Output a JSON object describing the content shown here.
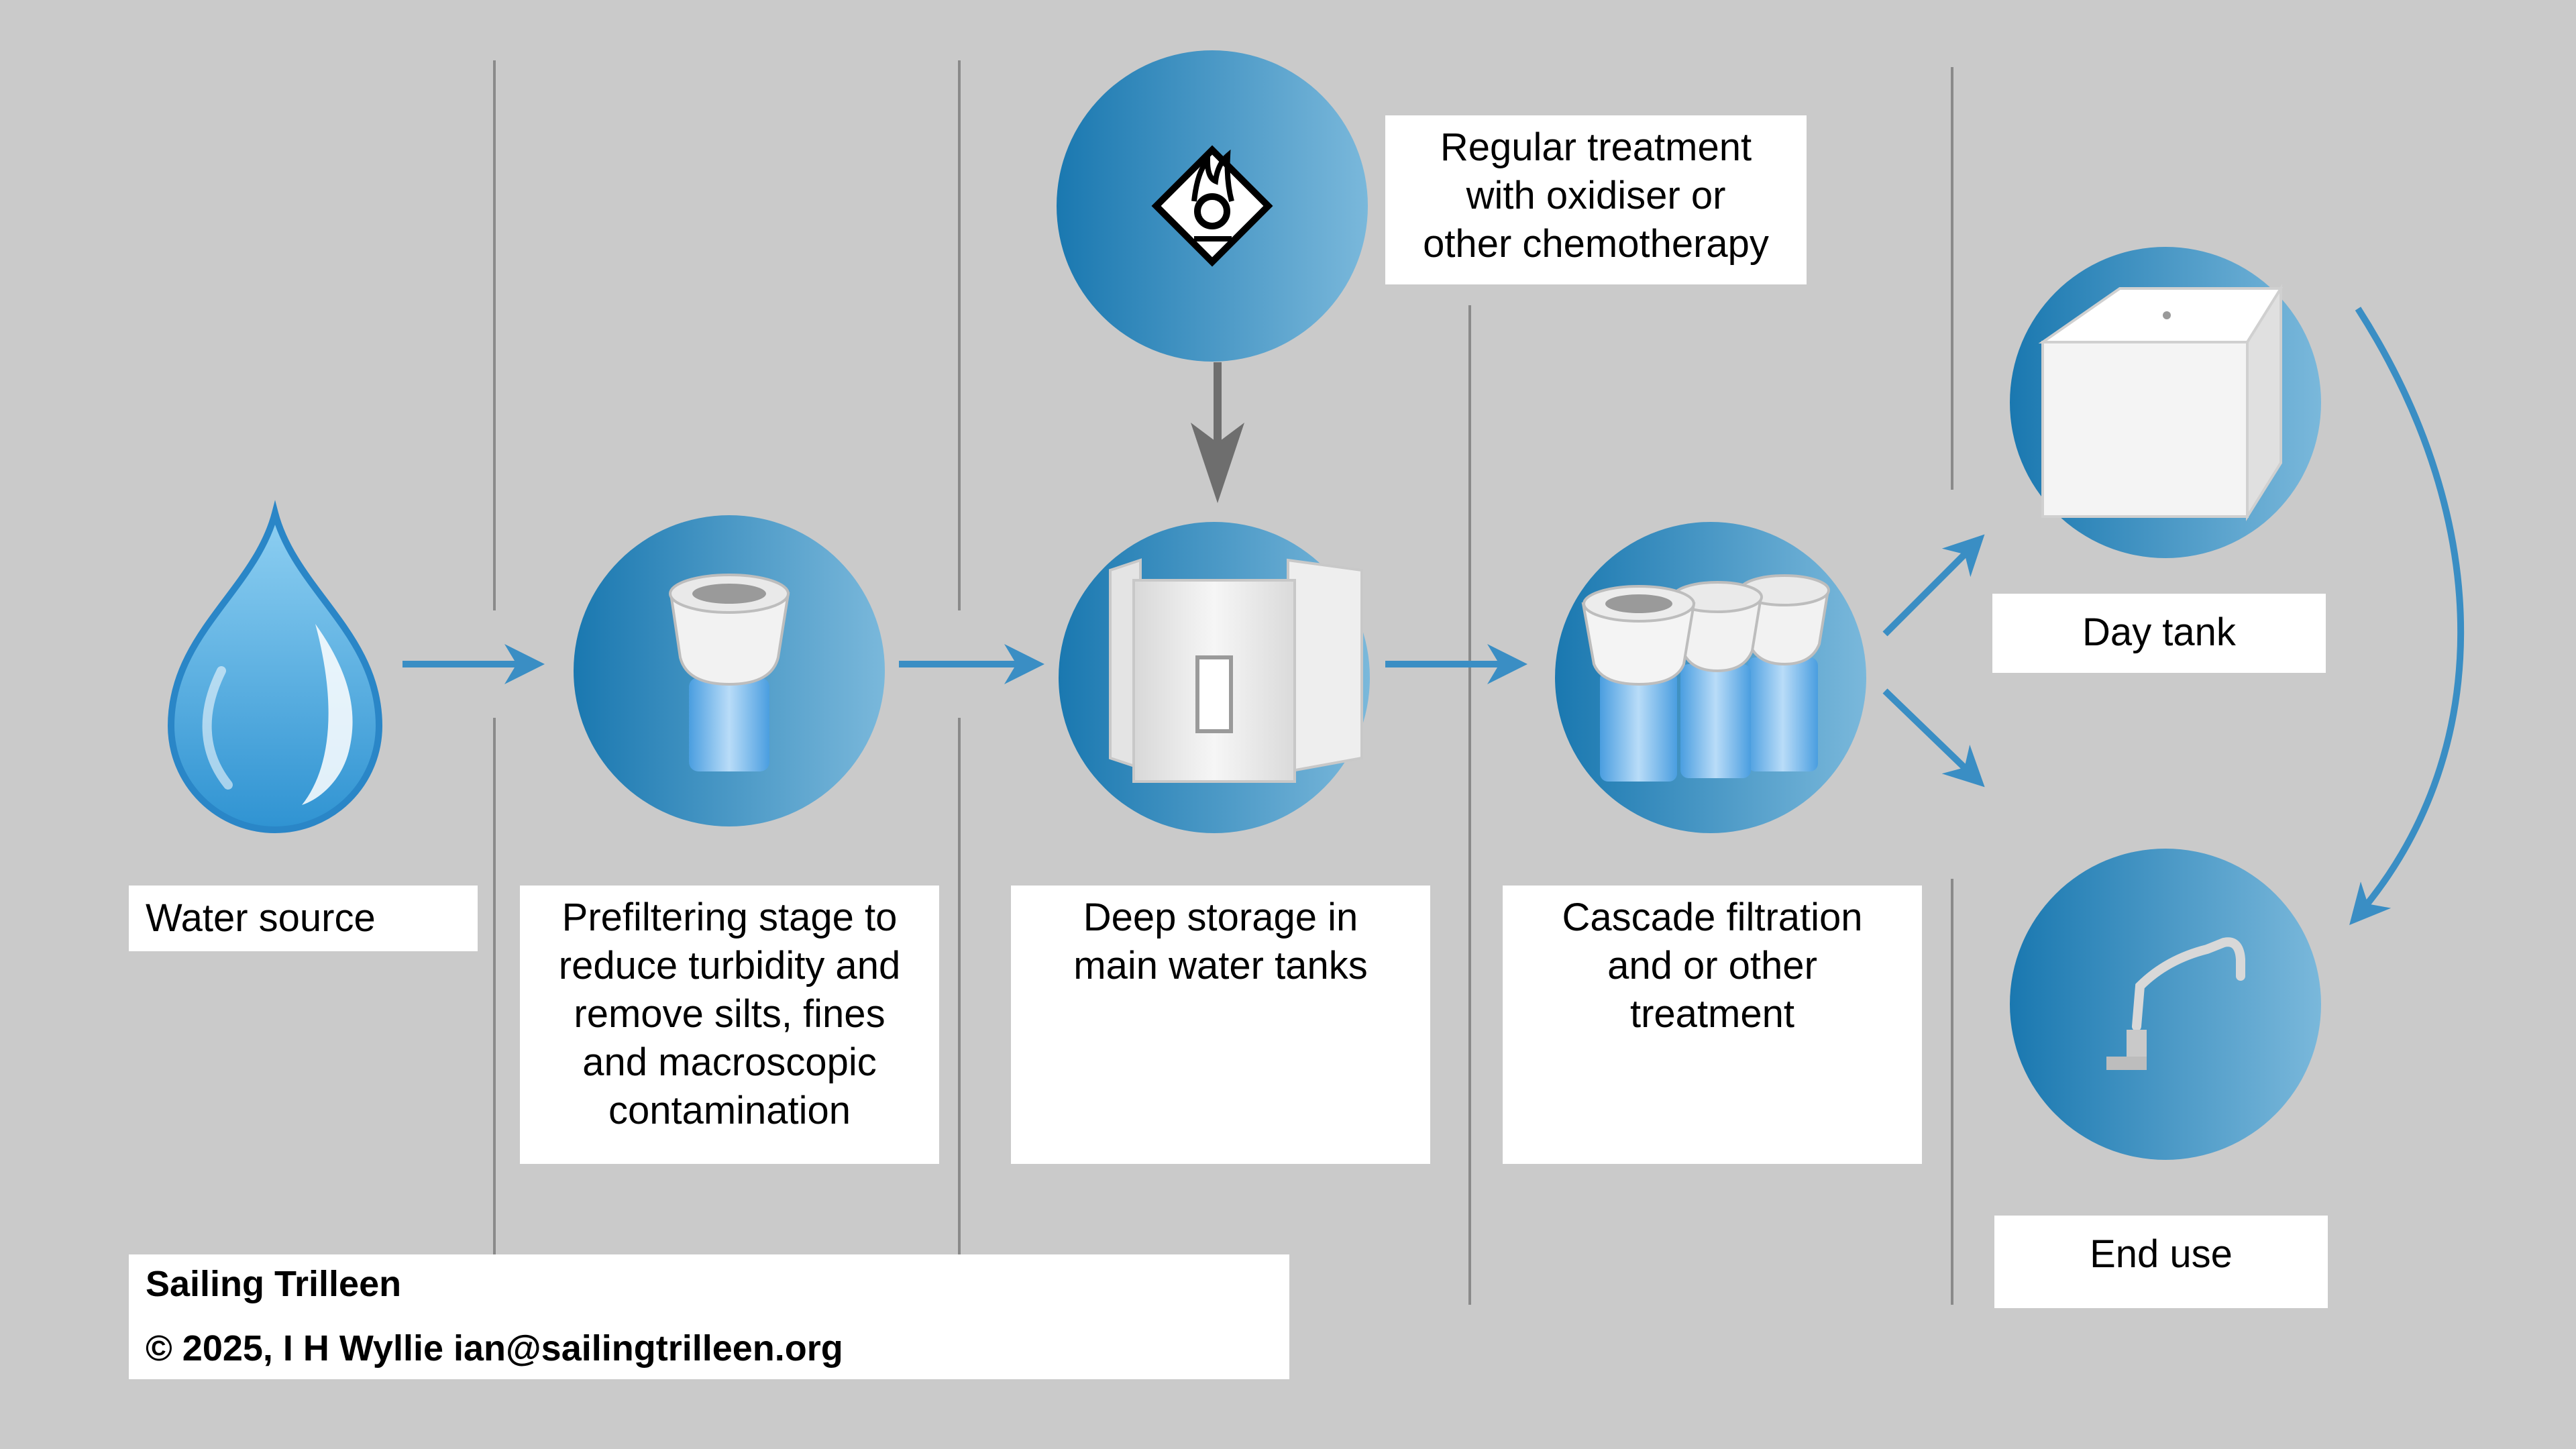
{
  "colors": {
    "background": "#cacaca",
    "accent_dark": "#1a78b0",
    "accent_light": "#7ab8db",
    "arrow": "#3a8ec4",
    "divider": "#8a8a8a",
    "grey_arrow": "#6e6e6e"
  },
  "stages": {
    "water_source": {
      "label": "Water source",
      "icon": "water-drop-icon"
    },
    "prefilter": {
      "lines": [
        "Prefiltering stage to",
        "reduce turbidity and",
        "remove silts, fines",
        "and macroscopic",
        "contamination"
      ],
      "icon": "single-filter-cartridge-icon"
    },
    "storage": {
      "lines": [
        "Deep storage in",
        "main water tanks"
      ],
      "icon": "water-tank-icon"
    },
    "treatment": {
      "lines": [
        "Regular treatment",
        "with oxidiser or",
        "other chemotherapy"
      ],
      "icon": "oxidiser-hazard-icon"
    },
    "cascade": {
      "lines": [
        "Cascade filtration",
        "and or other",
        "treatment"
      ],
      "icon": "triple-filter-cartridge-icon"
    },
    "day_tank": {
      "label": "Day tank",
      "icon": "day-tank-cube-icon"
    },
    "end_use": {
      "label": "End use",
      "icon": "faucet-icon"
    }
  },
  "credit": {
    "line1": "Sailing Trilleen",
    "line2": "© 2025, I H Wyllie ian@sailingtrilleen.org"
  }
}
